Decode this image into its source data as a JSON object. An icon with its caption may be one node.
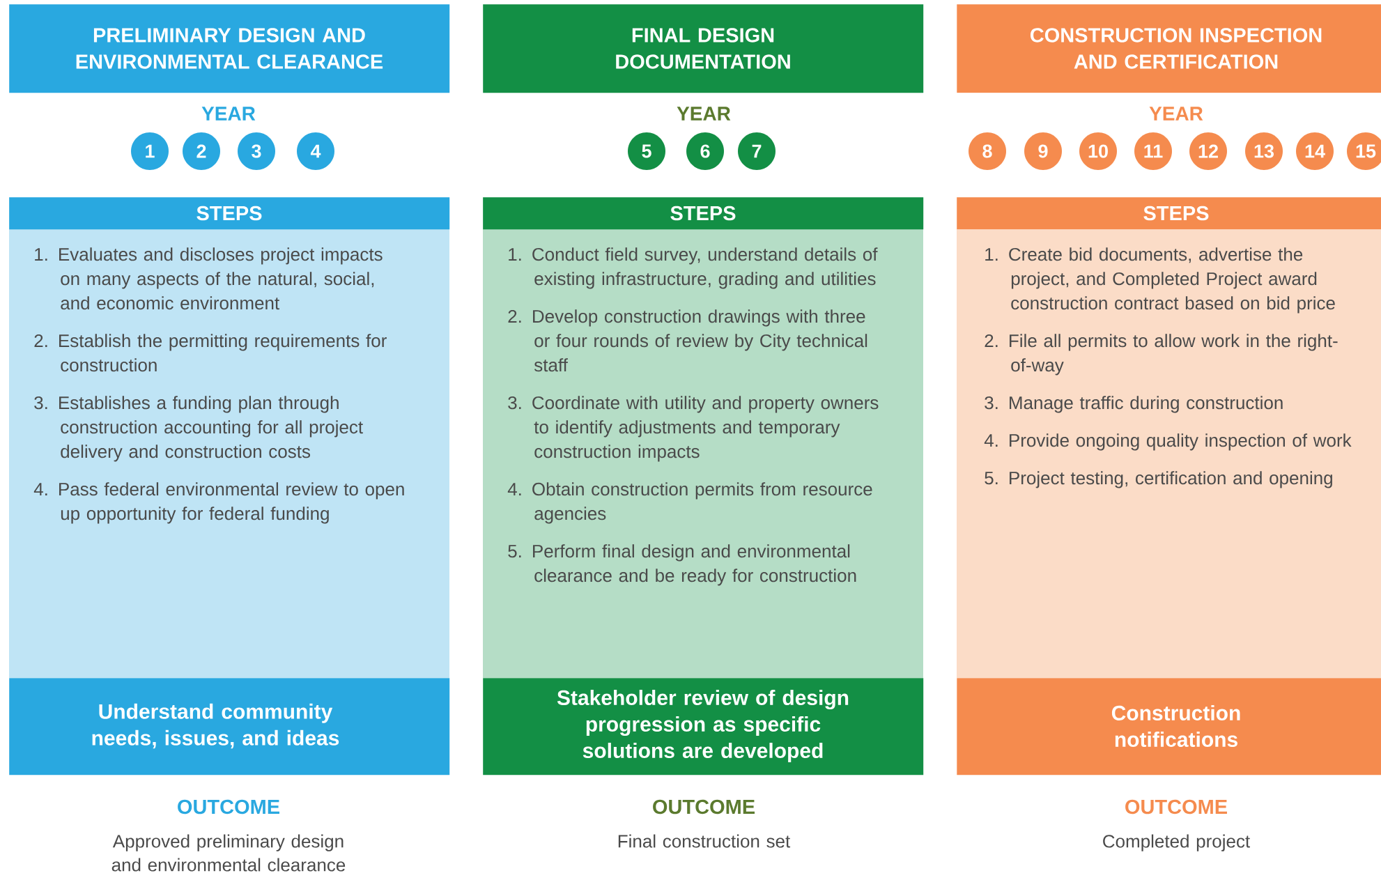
{
  "diagram": {
    "nodes": [
      {
        "text": [
          "PRELIMINARY DESIGN AND ENVIRONMENTAL CLEARANCE"
        ]
      },
      {
        "text": [
          "1"
        ]
      },
      {
        "text": [
          "2"
        ]
      },
      {
        "text": [
          "3"
        ]
      },
      {
        "text": [
          "4"
        ]
      },
      {
        "text": [
          "STEPS",
          "1. Evaluates and discloses project impacts on many aspects of the natural, social, and economic environment",
          "2. Establish the permitting requirements for construction",
          "3. Establishes a funding plan through construction accounting for all project delivery and construction costs",
          "4. Pass federal environmental review to open up opportunity for federal funding"
        ]
      },
      {
        "text": [
          "Understand community needs, issues, and ideas"
        ]
      },
      {
        "text": [
          "FINAL DESIGN DOCUMENTATION"
        ]
      },
      {
        "text": [
          "5"
        ]
      },
      {
        "text": [
          "6"
        ]
      },
      {
        "text": [
          "7"
        ]
      },
      {
        "text": [
          "STEPS",
          "1. Conduct field survey, understand details of existing infrastructure, grading and utilities",
          "2. Develop construction drawings with three or four rounds of review by City technical staff",
          "3. Coordinate with utility and property owners to identify adjustments and temporary construction impacts",
          "4. Obtain construction permits from resource agencies",
          "5. Perform final design and environmental clearance and be ready for construction"
        ]
      },
      {
        "text": [
          "Stakeholder review of design progression as specific solutions are developed"
        ]
      },
      {
        "text": [
          "CONSTRUCTION INSPECTION AND CERTIFICATION"
        ]
      },
      {
        "text": [
          "8"
        ]
      },
      {
        "text": [
          "9"
        ]
      },
      {
        "text": [
          "10"
        ]
      },
      {
        "text": [
          "11"
        ]
      },
      {
        "text": [
          "12"
        ]
      },
      {
        "text": [
          "13"
        ]
      },
      {
        "text": [
          "14"
        ]
      },
      {
        "text": [
          "15"
        ]
      },
      {
        "text": [
          "STEPS",
          "1. Create bid documents, advertise the project, and Completed Project award construction contract based on bid price",
          "2. File all permits to allow work in the right-of-way",
          "3. Manage traffic during construction",
          "4. Provide ongoing quality inspection of work",
          "5. Project testing, certification and opening"
        ]
      },
      {
        "text": [
          "Construction notifications"
        ]
      }
    ],
    "labels": [
      "YEAR",
      "OUTCOME",
      "Approved preliminary design and environmental clearance",
      "YEAR",
      "OUTCOME",
      "Final construction set",
      "YEAR",
      "OUTCOME",
      "Completed project"
    ]
  }
}
